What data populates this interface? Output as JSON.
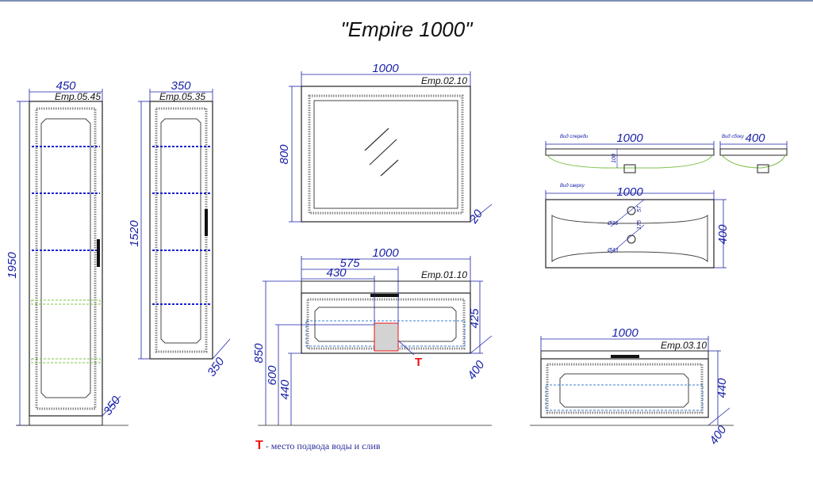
{
  "title": "\"Empire 1000\"",
  "tall_cabinet": {
    "code": "Emp.05.45",
    "width": "450",
    "height": "1950",
    "depth": "350"
  },
  "mid_cabinet": {
    "code": "Emp.05.35",
    "width": "350",
    "height": "1520",
    "depth": "350"
  },
  "mirror": {
    "code": "Emp.02.10",
    "width": "1000",
    "height": "800",
    "depth": "20"
  },
  "vanity": {
    "code": "Emp.01.10",
    "width": "1000",
    "dim_575": "575",
    "dim_430": "430",
    "height_drawer": "425",
    "height_total": "850",
    "height_600": "600",
    "height_440": "440",
    "depth": "400",
    "water_mark": "T"
  },
  "low_cabinet": {
    "code": "Emp.03.10",
    "width": "1000",
    "height": "440",
    "depth": "400"
  },
  "sink": {
    "front_label": "Вид спереди",
    "front_width": "1000",
    "front_depth": "100",
    "side_label": "Вид сбоку",
    "side_width": "400",
    "top_label": "Вид сверху",
    "top_width": "1000",
    "top_depth": "400",
    "hole1": "Ø36",
    "hole2": "Ø43",
    "dim_57": "57",
    "dim_175": "175"
  },
  "legend": {
    "mark": "T",
    "text": "- место подвода воды и слив"
  },
  "colors": {
    "dimension": "#1a22a8",
    "shelf_blue": "#1a22cc",
    "shelf_green": "#7cc04a",
    "dashed_blue": "#3a7fd0",
    "water_mark": "#e11111"
  }
}
